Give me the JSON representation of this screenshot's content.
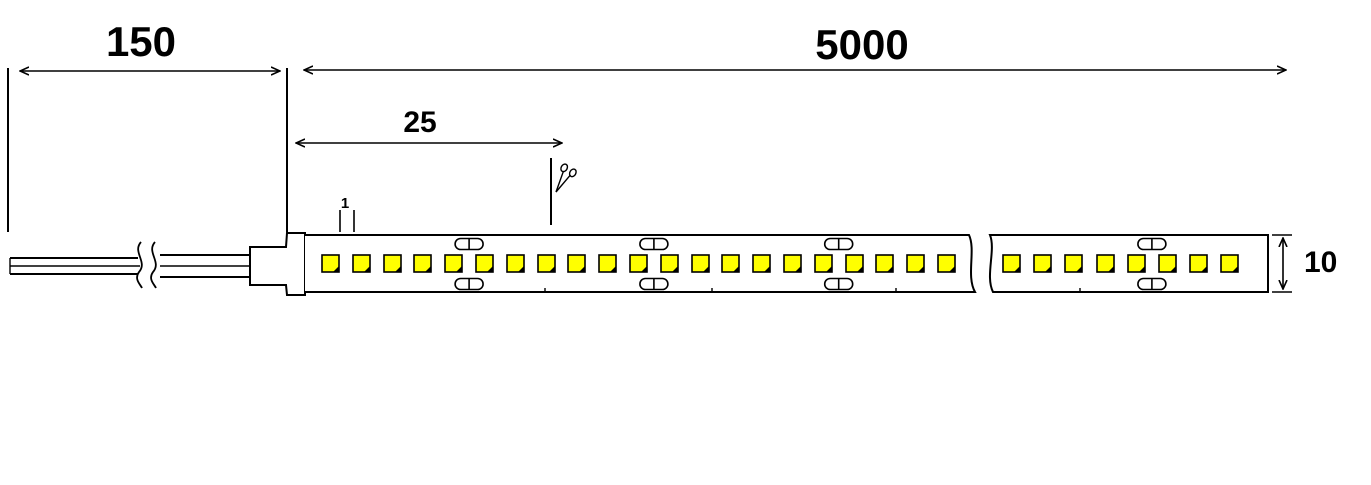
{
  "dimensions": {
    "lead_length": "150",
    "strip_length": "5000",
    "cut_interval": "25",
    "led_pitch": "1",
    "strip_width": "10"
  },
  "strip": {
    "segment1_led_count": 21,
    "segment2_led_count": 8,
    "pad_group_after_led": [
      5,
      11,
      17
    ],
    "segment2_pad_after_led": 5
  },
  "icons": {
    "cut_mark": "scissors-icon"
  },
  "colors": {
    "led_fill": "#ffff00",
    "led_corner": "#000000",
    "line": "#000000",
    "background": "#ffffff"
  }
}
